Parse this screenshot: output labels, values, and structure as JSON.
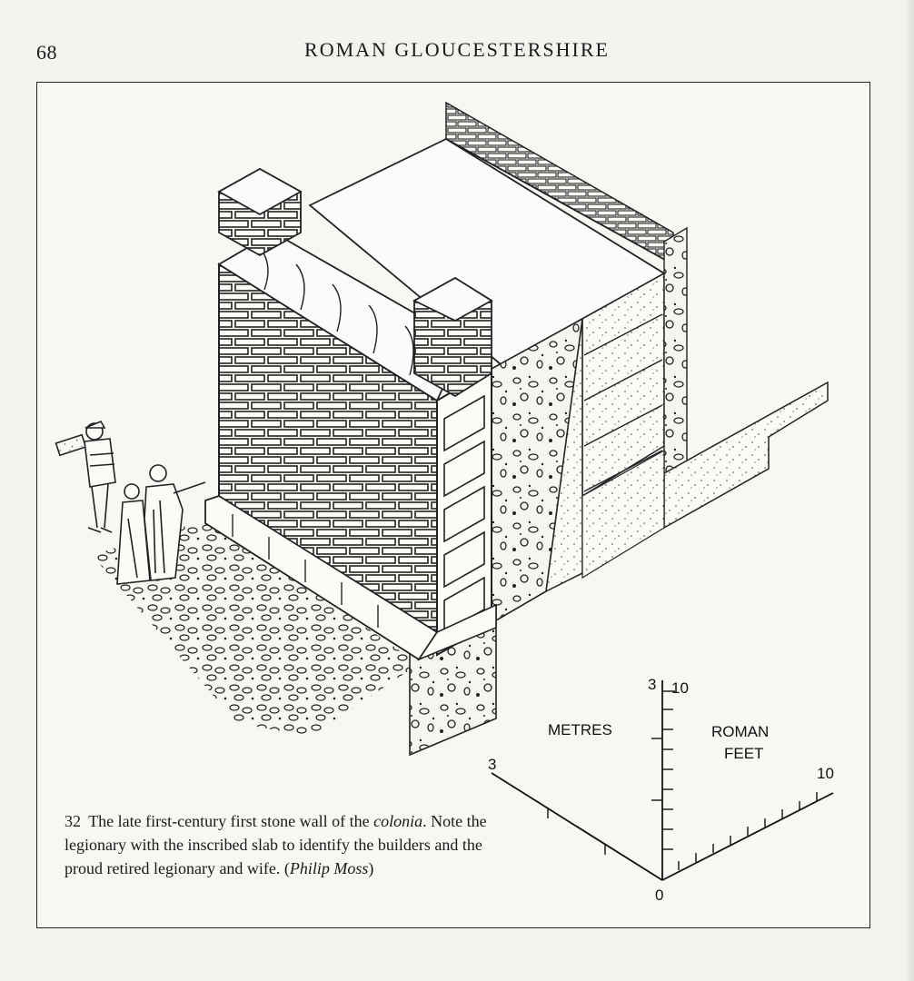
{
  "page": {
    "number": "68",
    "running_head": "ROMAN GLOUCESTERSHIRE"
  },
  "figure": {
    "caption": {
      "number": "32",
      "text_1": "The late first-century first stone wall of the",
      "emphasis": "colonia",
      "text_2": ". Note the legionary with the inscribed slab to identify the builders and the proud retired legionary and wife. (",
      "credit": "Philip Moss",
      "text_3": ")"
    },
    "scale": {
      "metres_label": "METRES",
      "roman_feet_label_1": "ROMAN",
      "roman_feet_label_2": "FEET",
      "origin": "0",
      "vertical_metres_max": "3",
      "vertical_feet_max": "10",
      "left_metres_max": "3",
      "right_feet_max": "10"
    }
  }
}
